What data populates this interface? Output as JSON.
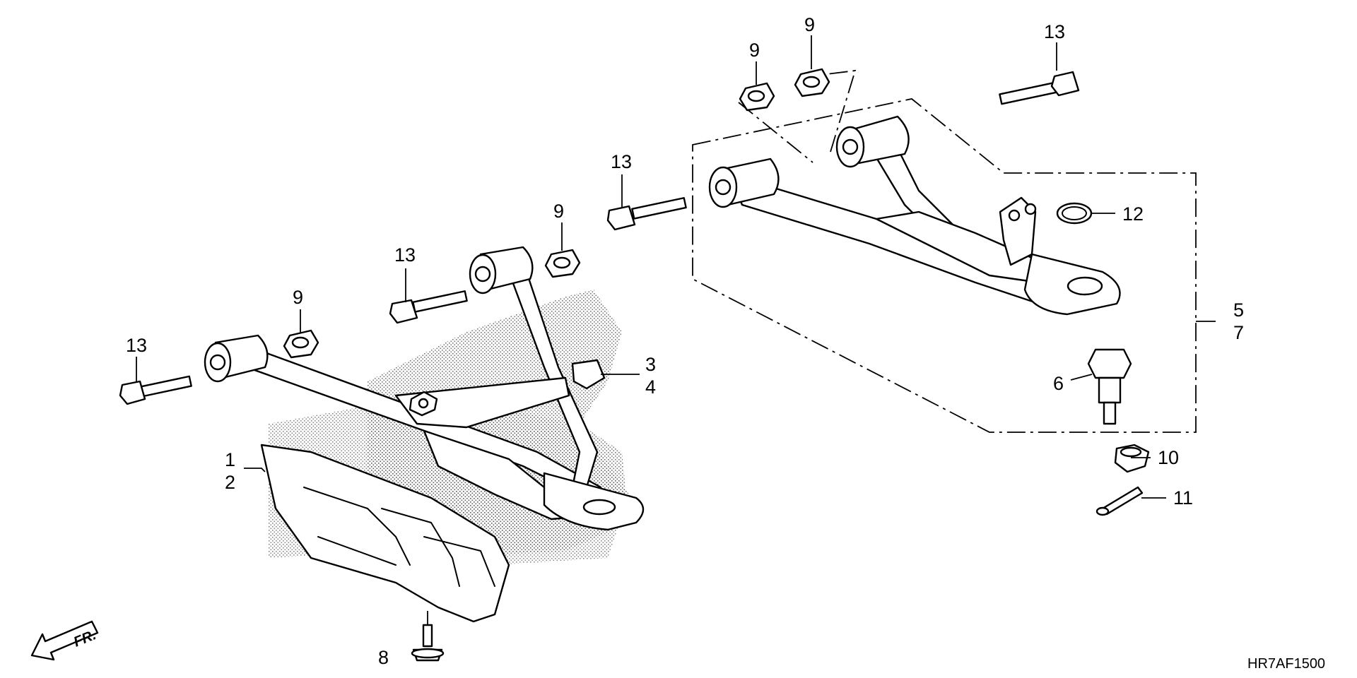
{
  "callouts": [
    {
      "id": "c1",
      "text": "1"
    },
    {
      "id": "c2",
      "text": "2"
    },
    {
      "id": "c3",
      "text": "3"
    },
    {
      "id": "c4",
      "text": "4"
    },
    {
      "id": "c5",
      "text": "5"
    },
    {
      "id": "c6",
      "text": "6"
    },
    {
      "id": "c7",
      "text": "7"
    },
    {
      "id": "c8",
      "text": "8"
    },
    {
      "id": "c9a",
      "text": "9"
    },
    {
      "id": "c9b",
      "text": "9"
    },
    {
      "id": "c9c",
      "text": "9"
    },
    {
      "id": "c9d",
      "text": "9"
    },
    {
      "id": "c10",
      "text": "10"
    },
    {
      "id": "c11",
      "text": "11"
    },
    {
      "id": "c12",
      "text": "12"
    },
    {
      "id": "c13a",
      "text": "13"
    },
    {
      "id": "c13b",
      "text": "13"
    },
    {
      "id": "c13c",
      "text": "13"
    },
    {
      "id": "c13d",
      "text": "13"
    }
  ],
  "direction_marker": "FR.",
  "diagram_code": "HR7AF1500"
}
